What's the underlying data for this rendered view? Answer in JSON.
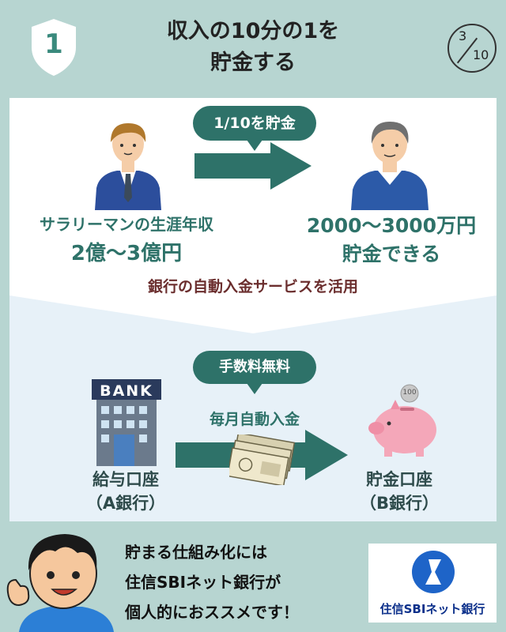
{
  "header": {
    "step_number": "1",
    "title_line1": "収入の10分の1を",
    "title_line2": "貯金する",
    "page_current": "3",
    "page_total": "10"
  },
  "top_section": {
    "bubble": "1/10を貯金",
    "left_label": "サラリーマンの生涯年収",
    "left_amount": "2億〜3億円",
    "right_amount": "2000〜3000万円",
    "right_label": "貯金できる",
    "note": "銀行の自動入金サービスを活用"
  },
  "bottom_section": {
    "bubble": "手数料無料",
    "bank_sign": "BANK",
    "transfer_label": "毎月自動入金",
    "coin_label": "100",
    "source_account": "給与口座",
    "source_bank": "（A銀行）",
    "dest_account": "貯金口座",
    "dest_bank": "（B銀行）"
  },
  "footer": {
    "line1": "貯まる仕組み化には",
    "line2": "住信SBIネット銀行が",
    "line3": "個人的におススメです！",
    "logo_text": "住信SBIネット銀行"
  },
  "colors": {
    "teal": "#2e7269",
    "header_bg": "#b7d5d1",
    "brown": "#6b2e2e",
    "pink": "#f4a7b9"
  }
}
